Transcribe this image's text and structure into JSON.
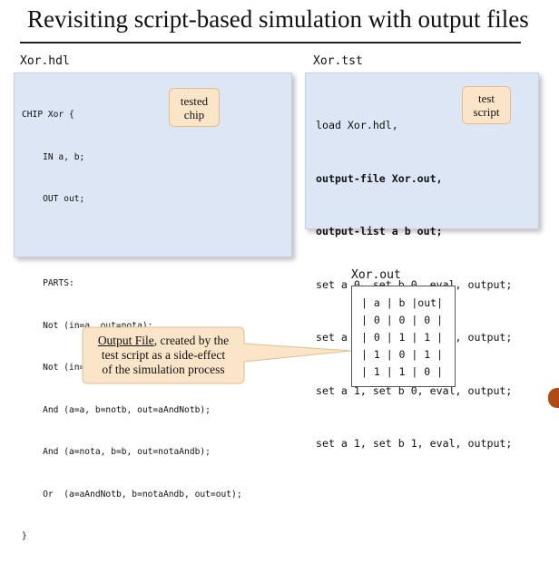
{
  "title": "Revisiting script-based simulation with output files",
  "hdl": {
    "file_label": "Xor.hdl",
    "lines": [
      "CHIP Xor {",
      "    IN a, b;",
      "    OUT out;",
      "",
      "    PARTS:",
      "    Not (in=a, out=nota);",
      "    Not (in=b, out=notb);",
      "    And (a=a, b=notb, out=aAndNotb);",
      "    And (a=nota, b=b, out=notaAndb);",
      "    Or  (a=aAndNotb, b=notaAndb, out=out);",
      "}"
    ],
    "note_line1": "tested",
    "note_line2": "chip"
  },
  "tst": {
    "file_label": "Xor.tst",
    "lines": [
      "load Xor.hdl,",
      "output-file Xor.out,",
      "output-list a b out;",
      "set a 0, set b 0, eval, output;",
      "set a 0, set b 1, eval, output;",
      "set a 1, set b 0, eval, output;",
      "set a 1, set b 1, eval, output;"
    ],
    "note_line1": "test",
    "note_line2": "script"
  },
  "out": {
    "file_label": "Xor.out",
    "rows": [
      "| a | b |out|",
      "| 0 | 0 | 0 |",
      "| 0 | 1 | 1 |",
      "| 1 | 0 | 1 |",
      "| 1 | 1 | 0 |"
    ]
  },
  "callout": {
    "underlined": "Output File",
    "rest1": ", created by the",
    "line2": "test script as a side-effect",
    "line3": "of the simulation process"
  },
  "colors": {
    "code_bg": "#dce6f4",
    "note_bg": "#fbe5c9",
    "callout_bg": "#fbe5c9"
  }
}
